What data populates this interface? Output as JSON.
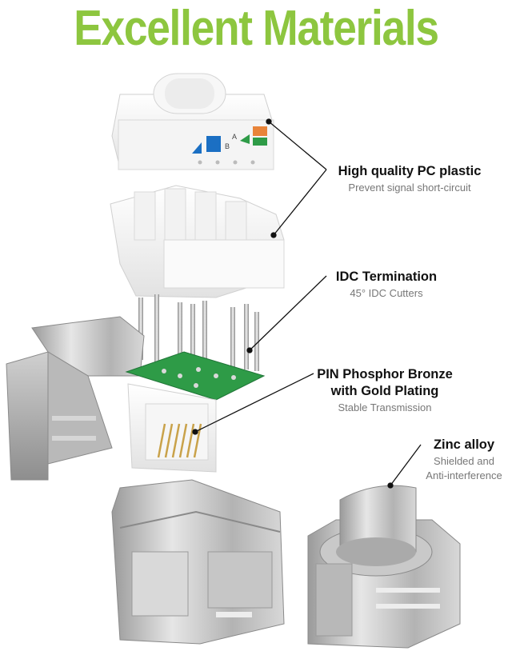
{
  "title": "Excellent Materials",
  "colors": {
    "title": "#8dc63f",
    "leader": "#111111",
    "metal": "#bfbfbf",
    "plastic": "#ffffff",
    "pcb": "#2e9b47",
    "pin_gold": "#c9a24a"
  },
  "callouts": [
    {
      "main": "High quality PC plastic",
      "sub": "Prevent signal short-circuit"
    },
    {
      "main": "IDC Termination",
      "sub": "45° IDC Cutters"
    },
    {
      "main": "PIN Phosphor Bronze",
      "main2": "with Gold Plating",
      "sub": "Stable Transmission"
    },
    {
      "main": "Zinc alloy",
      "sub": "Shielded and",
      "sub2": "Anti-interference"
    }
  ],
  "cap_markings": {
    "left": "B",
    "right": "A"
  }
}
